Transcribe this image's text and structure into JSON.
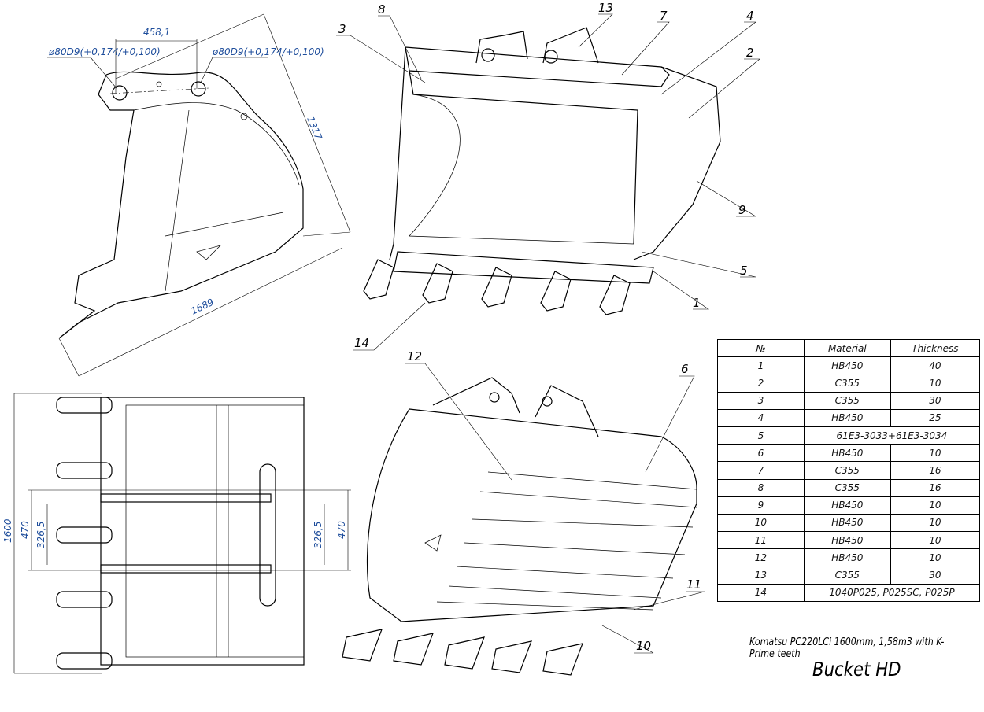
{
  "side_view": {
    "pin_hole_left": "ø80D9(+0,174/+0,100)",
    "pin_hole_right": "ø80D9(+0,174/+0,100)",
    "pin_distance": "458,1",
    "height": "1317",
    "length": "1689"
  },
  "top_view": {
    "width": "1600",
    "outer_left": "470",
    "inner_left": "326,5",
    "inner_right": "326,5",
    "outer_right": "470"
  },
  "callouts": [
    "1",
    "2",
    "3",
    "4",
    "5",
    "6",
    "7",
    "8",
    "9",
    "10",
    "11",
    "12",
    "13",
    "14"
  ],
  "parts_table": {
    "headers": [
      "№",
      "Material",
      "Thickness"
    ],
    "rows": [
      {
        "no": "1",
        "material": "HB450",
        "thickness": "40"
      },
      {
        "no": "2",
        "material": "C355",
        "thickness": "10"
      },
      {
        "no": "3",
        "material": "C355",
        "thickness": "30"
      },
      {
        "no": "4",
        "material": "HB450",
        "thickness": "25"
      },
      {
        "no": "5",
        "material": "61E3-3033+61E3-3034",
        "thickness": ""
      },
      {
        "no": "6",
        "material": "HB450",
        "thickness": "10"
      },
      {
        "no": "7",
        "material": "C355",
        "thickness": "16"
      },
      {
        "no": "8",
        "material": "C355",
        "thickness": "16"
      },
      {
        "no": "9",
        "material": "HB450",
        "thickness": "10"
      },
      {
        "no": "10",
        "material": "HB450",
        "thickness": "10"
      },
      {
        "no": "11",
        "material": "HB450",
        "thickness": "10"
      },
      {
        "no": "12",
        "material": "HB450",
        "thickness": "10"
      },
      {
        "no": "13",
        "material": "C355",
        "thickness": "30"
      },
      {
        "no": "14",
        "material": "1040P025, P025SC, P025P",
        "thickness": ""
      }
    ]
  },
  "note": "Komatsu PC220LCi 1600mm, 1,58m3 with K-Prime teeth",
  "title": "Bucket HD"
}
